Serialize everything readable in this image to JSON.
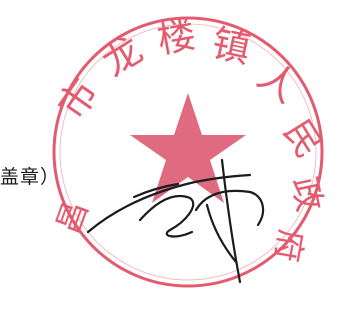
{
  "document": {
    "seal_note": "盖章）"
  },
  "seal": {
    "text": "市龙楼镇人民政府",
    "chars": [
      "昌",
      "市",
      "龙",
      "楼",
      "镇",
      "人",
      "民",
      "政",
      "府"
    ],
    "color": "#e0455c"
  },
  "signature": {
    "ink_color": "#1c1c1c"
  }
}
